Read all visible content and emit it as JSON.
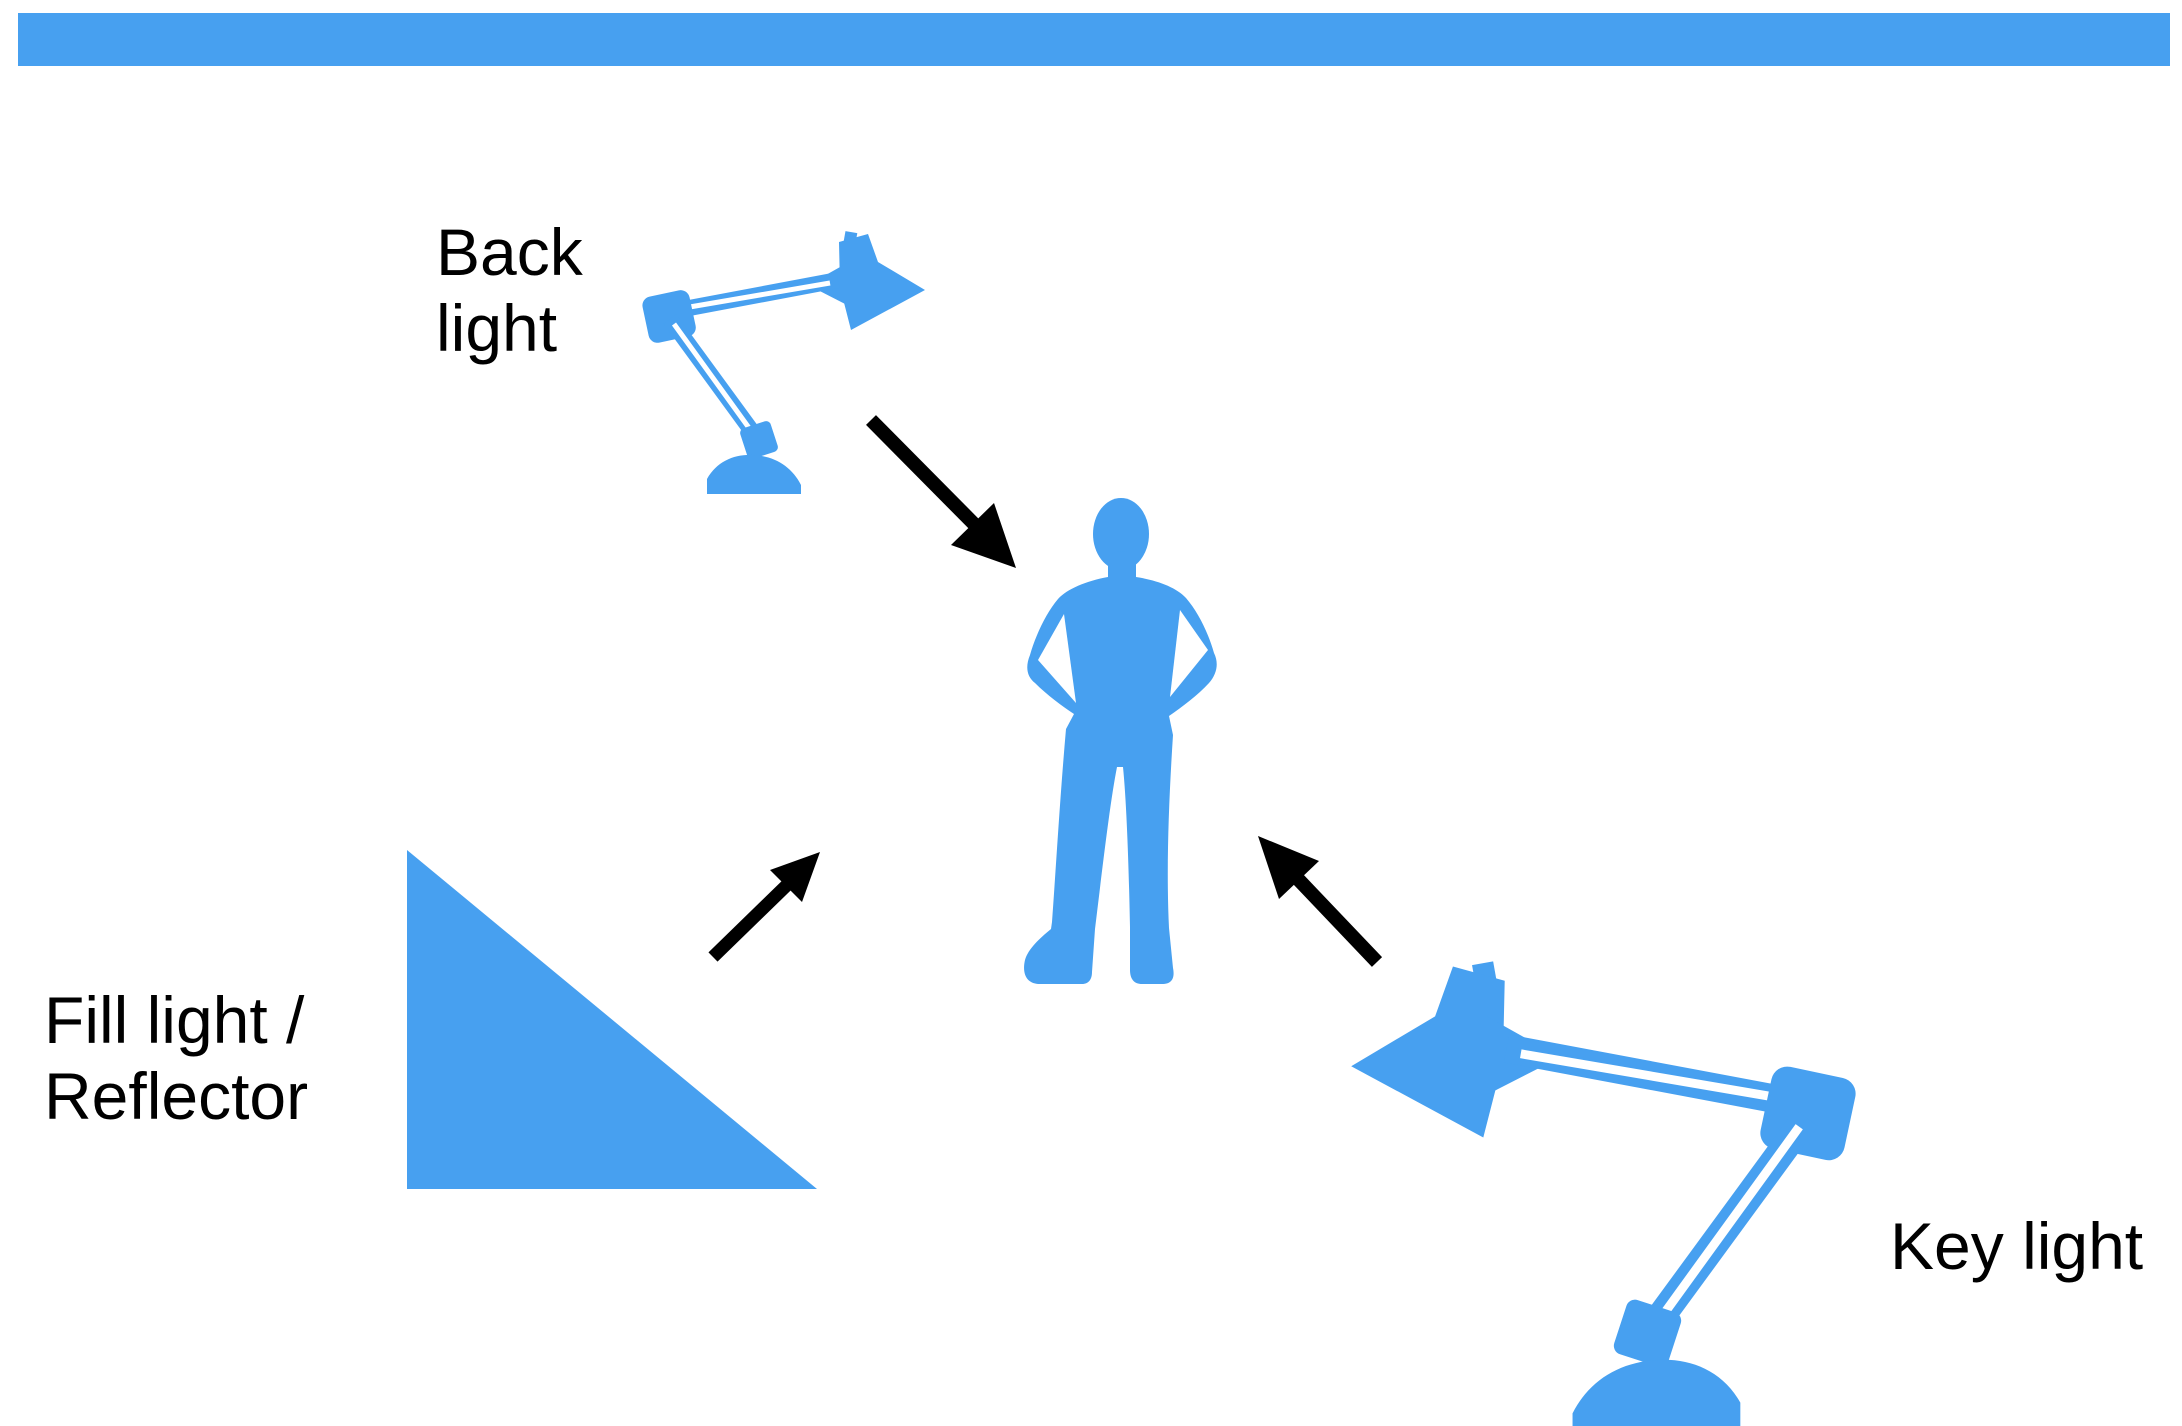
{
  "colors": {
    "accent_blue": "#47A0F0",
    "black": "#000000",
    "background": "#FFFFFF"
  },
  "labels": {
    "back_light": "Back\nlight",
    "fill_light": "Fill light /\nReflector",
    "key_light": "Key light"
  },
  "elements": {
    "backdrop_bar": "backdrop-strip",
    "back_light_lamp": "desk-lamp-icon",
    "key_light_lamp": "desk-lamp-icon",
    "fill_reflector": "reflector-triangle",
    "subject": "person-silhouette",
    "arrows": [
      {
        "name": "back-light-arrow",
        "from": "back light lamp",
        "to": "subject"
      },
      {
        "name": "fill-light-arrow",
        "from": "fill reflector",
        "to": "subject"
      },
      {
        "name": "key-light-arrow",
        "from": "key light lamp",
        "to": "subject"
      }
    ]
  }
}
